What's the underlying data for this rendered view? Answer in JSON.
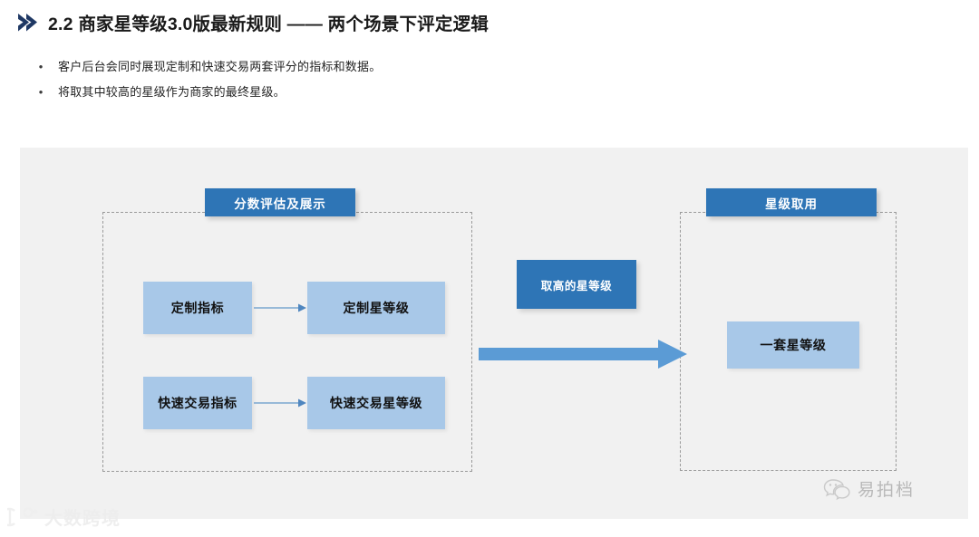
{
  "slide": {
    "title": "2.2 商家星等级3.0版最新规则 —— 两个场景下评定逻辑",
    "chevron_icon": "chevron-right-icon",
    "bullets": [
      {
        "marker": "•",
        "text": "客户后台会同时展现定制和快速交易两套评分的指标和数据。"
      },
      {
        "marker": "•",
        "text": "将取其中较高的星级作为商家的最终星级。"
      }
    ]
  },
  "diagram": {
    "groups": [
      {
        "id": "score-group",
        "banner": "分数评估及展示"
      },
      {
        "id": "star-group",
        "banner": "星级取用"
      }
    ],
    "nodes": [
      {
        "id": "custom-metric",
        "label": "定制指标"
      },
      {
        "id": "custom-star-level",
        "label": "定制星等级"
      },
      {
        "id": "fast-trade-metric",
        "label": "快速交易指标"
      },
      {
        "id": "fast-trade-star-level",
        "label": "快速交易星等级"
      },
      {
        "id": "single-star-level",
        "label": "一套星等级"
      }
    ],
    "callout": {
      "id": "take-higher-star",
      "label": "取高的星等级"
    },
    "arrows": [
      {
        "id": "custom-connector",
        "kind": "thin-arrow-right"
      },
      {
        "id": "fast-trade-connector",
        "kind": "thin-arrow-right"
      },
      {
        "id": "main-flow-arrow",
        "kind": "block-arrow-right"
      }
    ]
  },
  "colors": {
    "banner_blue": "#2e75b6",
    "node_light_blue": "#a8c8e8",
    "arrow_blue": "#5b9bd5",
    "connector_blue": "#7ba7d0",
    "panel_gray": "#f1f1f1",
    "dashed_border": "#9a9a9a",
    "title_navy": "#1f3864"
  },
  "watermarks": {
    "left": {
      "icon": "dashu-logo-icon",
      "text": "大数跨境"
    },
    "right": {
      "icon": "wechat-icon",
      "text": "易拍档"
    }
  }
}
